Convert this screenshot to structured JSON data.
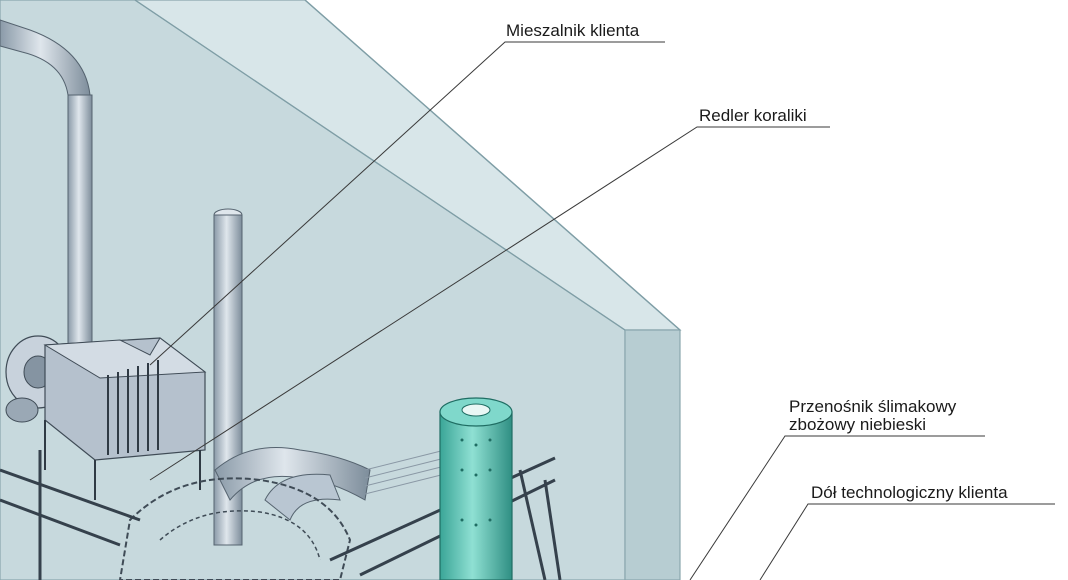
{
  "callouts": {
    "mixer": "Mieszalnik klienta",
    "chain_conveyor": "Redler koraliki",
    "screw_conveyor_line1": "Przenośnik ślimakowy",
    "screw_conveyor_line2": "zbożowy niebieski",
    "pit": "Dół technologiczny klienta"
  },
  "colors": {
    "room_fill": "#c5d8dc",
    "room_edge": "#7f9ea6",
    "duct": "#b9c6d2",
    "duct_dark": "#6d7d8c",
    "silo": "#5fc7b9",
    "silo_dark": "#2e8c80",
    "leader": "#3a3a3a"
  }
}
